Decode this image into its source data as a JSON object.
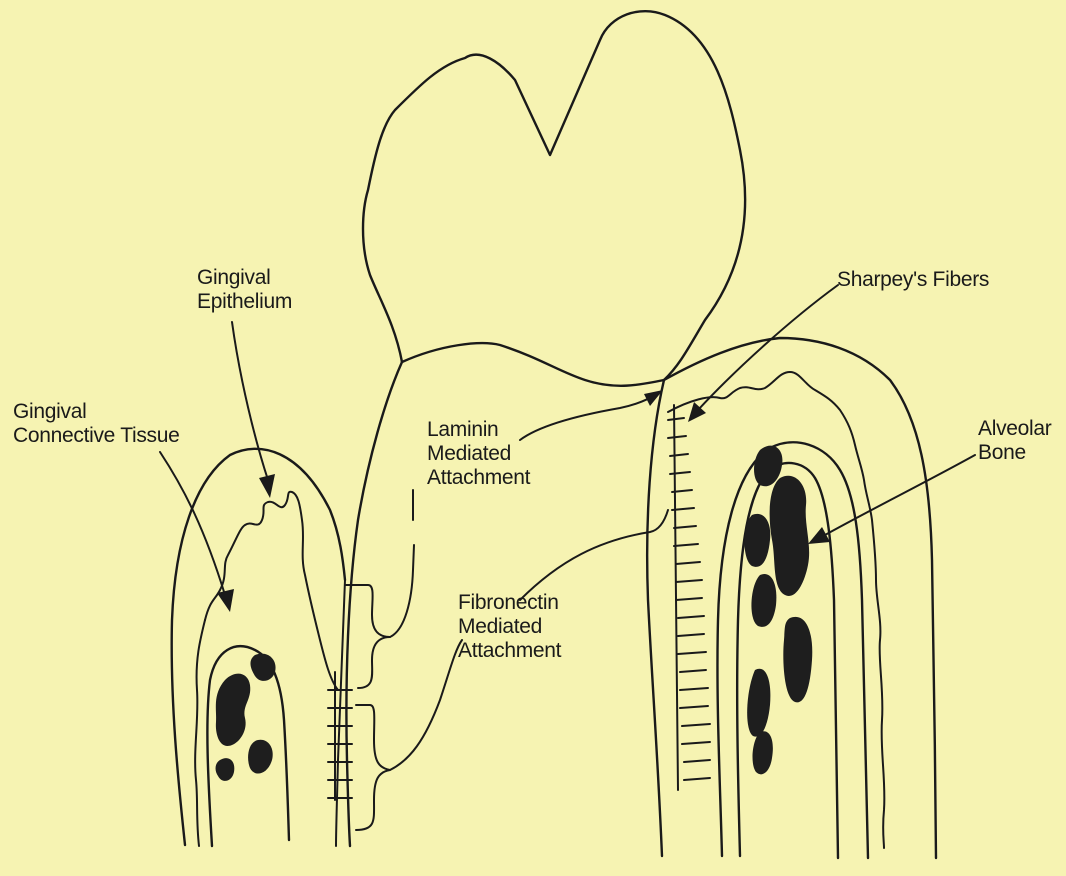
{
  "labels": {
    "gingival_epithelium": [
      "Gingival",
      "Epithelium"
    ],
    "gingival_connective_tissue": [
      "Gingival",
      "Connective Tissue"
    ],
    "laminin_attachment": [
      "Laminin",
      "Mediated",
      "Attachment"
    ],
    "fibronectin_attachment": [
      "Fibronectin",
      "Mediated",
      "Attachment"
    ],
    "sharpeys_fibers": "Sharpey's Fibers",
    "alveolar_bone": [
      "Alveolar",
      "Bone"
    ]
  },
  "colors": {
    "background": "#f6f3b2",
    "ink": "#1a1a1a"
  }
}
